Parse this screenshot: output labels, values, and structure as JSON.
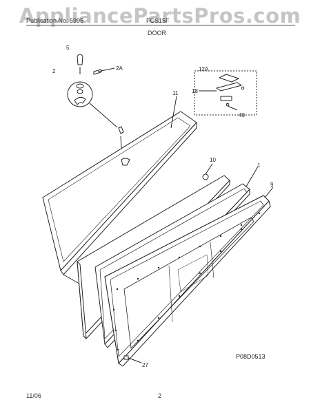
{
  "watermark": "AppliancePartsPros.com",
  "header": {
    "left_text": "Publication No. 5995",
    "model_text": "FCS15F",
    "section_title": "DOOR"
  },
  "callouts": {
    "c5": "5",
    "c2": "2",
    "c2a": "2A",
    "c11": "11",
    "c12a": "12A",
    "c18": "18",
    "c40": "40",
    "c10": "10",
    "c1": "1",
    "c9": "9",
    "c27": "27"
  },
  "drawing_code": "P08D0513",
  "footer": {
    "date": "11/06",
    "page": "2"
  }
}
